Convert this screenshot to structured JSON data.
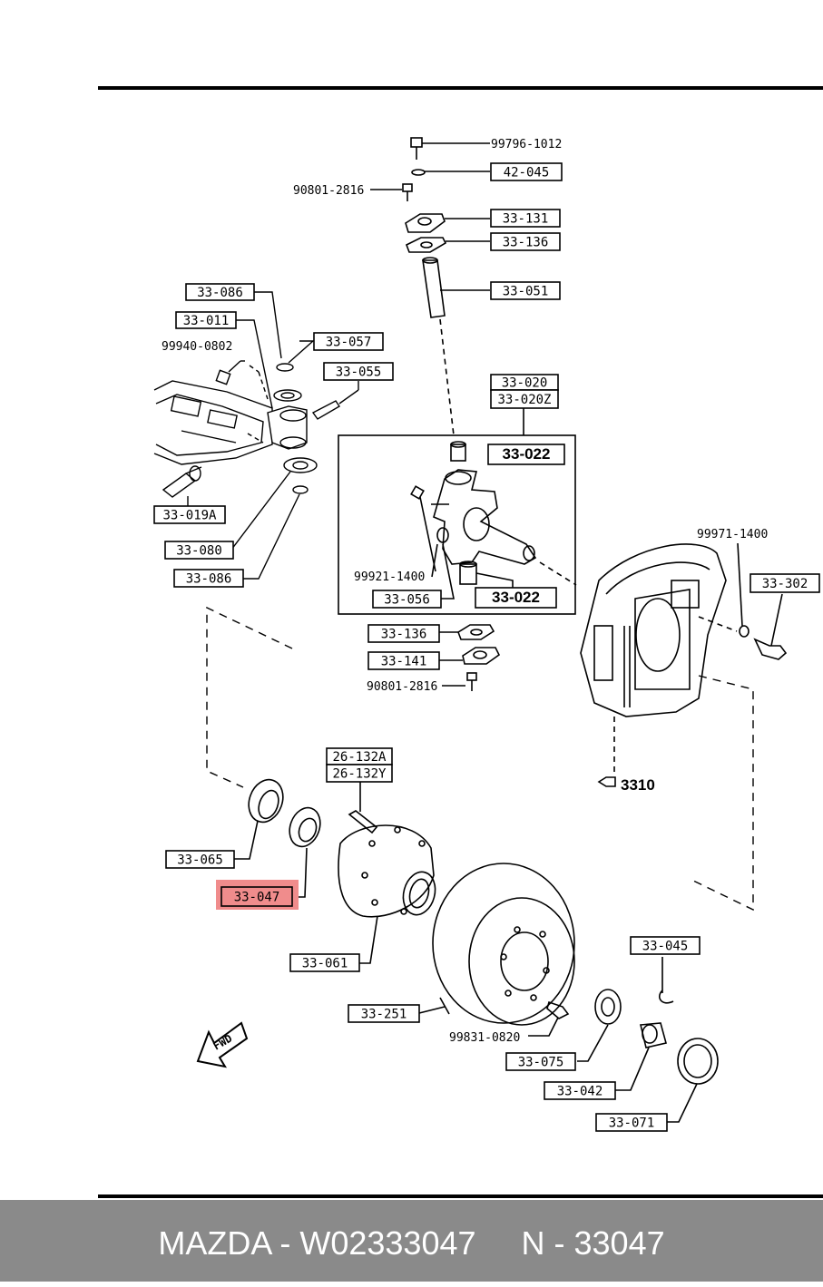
{
  "diagram": {
    "callouts": [
      {
        "id": "c-99796-1012",
        "text": "99796-1012",
        "boxed": false
      },
      {
        "id": "c-42-045",
        "text": "42-045",
        "boxed": true
      },
      {
        "id": "c-90801-2816-top",
        "text": "90801-2816",
        "boxed": false
      },
      {
        "id": "c-33-131",
        "text": "33-131",
        "boxed": true
      },
      {
        "id": "c-33-136-top",
        "text": "33-136",
        "boxed": true
      },
      {
        "id": "c-33-051",
        "text": "33-051",
        "boxed": true
      },
      {
        "id": "c-33-086-top",
        "text": "33-086",
        "boxed": true
      },
      {
        "id": "c-33-011",
        "text": "33-011",
        "boxed": true
      },
      {
        "id": "c-99940-0802",
        "text": "99940-0802",
        "boxed": false
      },
      {
        "id": "c-33-057",
        "text": "33-057",
        "boxed": true
      },
      {
        "id": "c-33-055",
        "text": "33-055",
        "boxed": true
      },
      {
        "id": "c-33-020",
        "text": "33-020",
        "boxed": true
      },
      {
        "id": "c-33-020z",
        "text": "33-020Z",
        "boxed": true
      },
      {
        "id": "c-33-022-top",
        "text": "33-022",
        "boxed": true,
        "bold": true
      },
      {
        "id": "c-33-019a",
        "text": "33-019A",
        "boxed": true
      },
      {
        "id": "c-33-080",
        "text": "33-080",
        "boxed": true
      },
      {
        "id": "c-33-086-bot",
        "text": "33-086",
        "boxed": true
      },
      {
        "id": "c-99921-1400",
        "text": "99921-1400",
        "boxed": false
      },
      {
        "id": "c-33-056",
        "text": "33-056",
        "boxed": true
      },
      {
        "id": "c-33-022-bot",
        "text": "33-022",
        "boxed": true,
        "bold": true
      },
      {
        "id": "c-99971-1400",
        "text": "99971-1400",
        "boxed": false
      },
      {
        "id": "c-33-302",
        "text": "33-302",
        "boxed": true
      },
      {
        "id": "c-33-136-mid",
        "text": "33-136",
        "boxed": true
      },
      {
        "id": "c-33-141",
        "text": "33-141",
        "boxed": true
      },
      {
        "id": "c-90801-2816-mid",
        "text": "90801-2816",
        "boxed": false
      },
      {
        "id": "c-26-132a",
        "text": "26-132A",
        "boxed": true
      },
      {
        "id": "c-26-132y",
        "text": "26-132Y",
        "boxed": true
      },
      {
        "id": "c-3310",
        "text": "3310",
        "boxed": false,
        "bold": true
      },
      {
        "id": "c-33-065",
        "text": "33-065",
        "boxed": true
      },
      {
        "id": "c-33-047",
        "text": "33-047",
        "boxed": true,
        "highlighted": true
      },
      {
        "id": "c-33-061",
        "text": "33-061",
        "boxed": true
      },
      {
        "id": "c-33-045",
        "text": "33-045",
        "boxed": true
      },
      {
        "id": "c-33-251",
        "text": "33-251",
        "boxed": true
      },
      {
        "id": "c-99831-0820",
        "text": "99831-0820",
        "boxed": false
      },
      {
        "id": "c-33-075",
        "text": "33-075",
        "boxed": true
      },
      {
        "id": "c-33-042",
        "text": "33-042",
        "boxed": true
      },
      {
        "id": "c-33-071",
        "text": "33-071",
        "boxed": true
      }
    ],
    "fwd_label": "FWD",
    "highlight_color": "#f08c8c"
  },
  "footer": {
    "text": "MAZDA - W02333047     N - 33047",
    "background": "#8a8a8a",
    "color": "#ffffff"
  }
}
